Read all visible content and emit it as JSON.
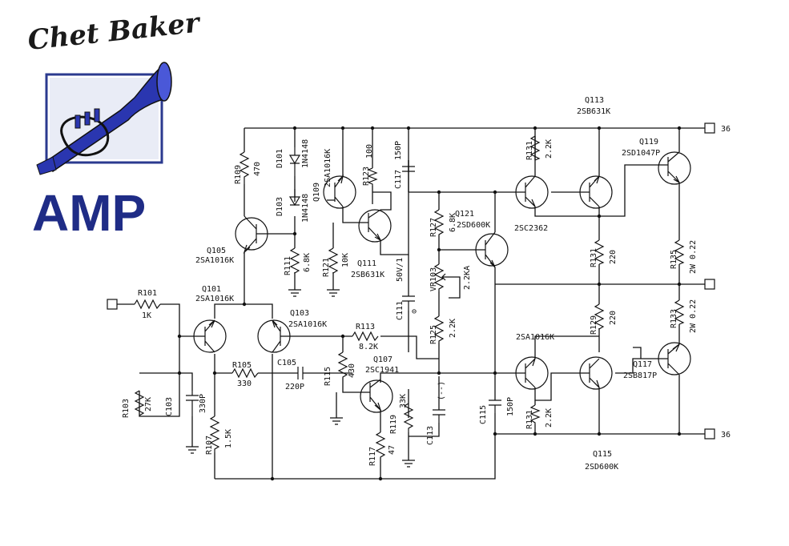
{
  "logo": {
    "name": "Chet Baker",
    "subtitle": "AMP",
    "colors": {
      "frame": "#2b3a8f",
      "trumpet": "#2a36b0",
      "amp_text": "#1f2c86"
    }
  },
  "components": {
    "R101": {
      "ref": "R101",
      "value": "1K"
    },
    "R103": {
      "ref": "R103",
      "value": "27K"
    },
    "R105": {
      "ref": "R105",
      "value": "330"
    },
    "R107": {
      "ref": "R107",
      "value": "1.5K"
    },
    "R109": {
      "ref": "R109",
      "value": "470"
    },
    "R111": {
      "ref": "R111",
      "value": "6.8K"
    },
    "R113": {
      "ref": "R113",
      "value": "8.2K"
    },
    "R115": {
      "ref": "R115",
      "value": "430"
    },
    "R117": {
      "ref": "R117",
      "value": "47"
    },
    "R119": {
      "ref": "R119",
      "value": "33K"
    },
    "R121": {
      "ref": "R121",
      "value": "10K"
    },
    "R123": {
      "ref": "R123",
      "value": "100"
    },
    "R125": {
      "ref": "R125",
      "value": "2.2K"
    },
    "R127": {
      "ref": "R127",
      "value": "6.8K"
    },
    "R129": {
      "ref": "R129",
      "value": "220"
    },
    "R131a": {
      "ref": "R131",
      "value": "2.2K"
    },
    "R131b": {
      "ref": "R131",
      "value": "220"
    },
    "R131c": {
      "ref": "R131",
      "value": "2.2K"
    },
    "R133": {
      "ref": "R133",
      "value": "2W 0.22"
    },
    "R135": {
      "ref": "R135",
      "value": "2W 0.22"
    },
    "C103": {
      "ref": "C103",
      "value": "330P"
    },
    "C105": {
      "ref": "C105",
      "value": "220P"
    },
    "C111": {
      "ref": "C111",
      "value": "50V/1",
      "polarity": "⊖"
    },
    "C113": {
      "ref": "C113",
      "value": "(--)"
    },
    "C115": {
      "ref": "C115",
      "value": "150P"
    },
    "C117": {
      "ref": "C117",
      "value": "150P"
    },
    "D101": {
      "ref": "D101",
      "value": "1N4148"
    },
    "D103": {
      "ref": "D103",
      "value": "1N4148"
    },
    "VR103": {
      "ref": "VR103",
      "value": "2.2KA"
    },
    "Q101": {
      "ref": "Q101",
      "type": "2SA1016K"
    },
    "Q103": {
      "ref": "Q103",
      "type": "2SA1016K"
    },
    "Q105": {
      "ref": "Q105",
      "type": "2SA1016K"
    },
    "Q107": {
      "ref": "Q107",
      "type": "2SC1941"
    },
    "Q109": {
      "ref": "Q109",
      "type": "2SA1016K"
    },
    "Q111": {
      "ref": "Q111",
      "type": "2SB631K"
    },
    "Q113": {
      "ref": "Q113",
      "type": "2SB631K"
    },
    "Q115": {
      "ref": "Q115",
      "type": "2SD600K"
    },
    "Q117": {
      "ref": "Q117",
      "type": "2SB817P"
    },
    "Q119": {
      "ref": "Q119",
      "type": "2SD1047P"
    },
    "Q121": {
      "ref": "Q121",
      "type": "2SD600K"
    },
    "Q_drv_top": {
      "type": "2SC2362"
    },
    "Q_drv_bot": {
      "type": "2SA1016K"
    }
  },
  "terminals": {
    "top": "36",
    "bottom": "36"
  }
}
